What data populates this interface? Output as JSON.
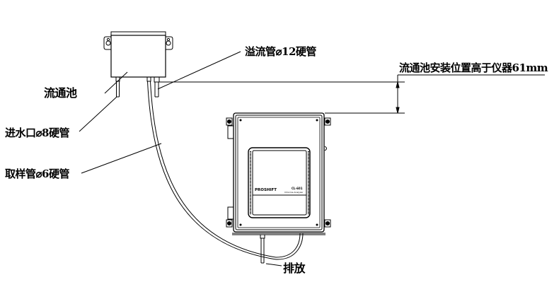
{
  "diagram": {
    "title": "",
    "labels": {
      "flow_cell": "流通池",
      "inlet": "进水口⌀8硬管",
      "sample_tube": "取样管⌀6硬管",
      "overflow": "溢流管⌀12硬管",
      "drain": "排放",
      "height_note": "流通池安装位置高于仪器61mm"
    },
    "instrument": {
      "brand": "PROSHIFT",
      "model": "CL-601",
      "subtitle": "Chlorine Analyzer"
    },
    "dimension": {
      "value": "61",
      "unit": "mm"
    },
    "colors": {
      "line": "#000000",
      "background": "#ffffff"
    }
  }
}
